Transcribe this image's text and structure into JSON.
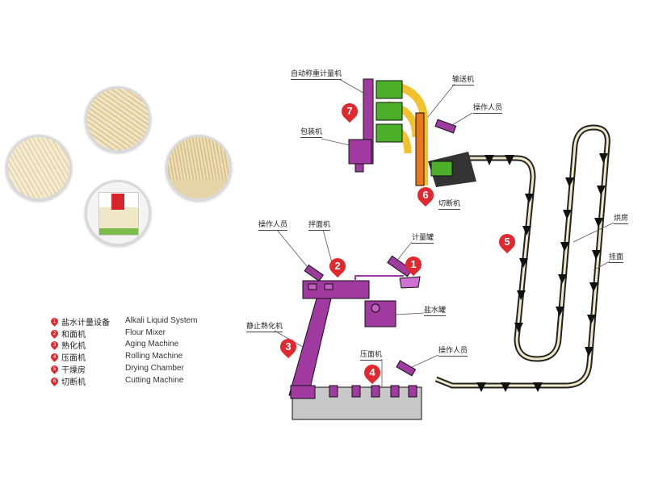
{
  "photos": [
    {
      "name": "noodle-bundle-photo-left"
    },
    {
      "name": "noodle-bundle-photo-top"
    },
    {
      "name": "noodle-bundle-photo-right"
    },
    {
      "name": "noodle-package-photo"
    }
  ],
  "legend": [
    {
      "num": "1",
      "zh": "盐水计量设备",
      "en": "Alkali  Liquid  System"
    },
    {
      "num": "2",
      "zh": "和面机",
      "en": "Flour Mixer"
    },
    {
      "num": "3",
      "zh": "熟化机",
      "en": "Aging Machine"
    },
    {
      "num": "4",
      "zh": "压面机",
      "en": "Rolling Machine"
    },
    {
      "num": "5",
      "zh": "干燥房",
      "en": "Drying Chamber"
    },
    {
      "num": "6",
      "zh": "切断机",
      "en": "Cutting  Machine"
    }
  ],
  "markers": [
    "1",
    "2",
    "3",
    "4",
    "5",
    "6",
    "7"
  ],
  "labels": {
    "weigher": "自动称重计量机",
    "conveyor": "输送机",
    "operator_top": "操作人员",
    "packer": "包装机",
    "cutter": "切断机",
    "operator_left": "操作人员",
    "mixer": "拌面机",
    "metering_tank": "计量罐",
    "brine_tank": "盐水罐",
    "aging": "静止熟化机",
    "roller": "压面机",
    "operator_bottom": "操作人员",
    "drying_room": "烘房",
    "hanging_noodle": "挂面"
  },
  "colors": {
    "marker": "#e0282e",
    "machine_purple": "#a03aa0",
    "machine_green": "#4caf2a",
    "chute_orange": "#e8771e",
    "chute_yellow": "#f2c12e"
  }
}
